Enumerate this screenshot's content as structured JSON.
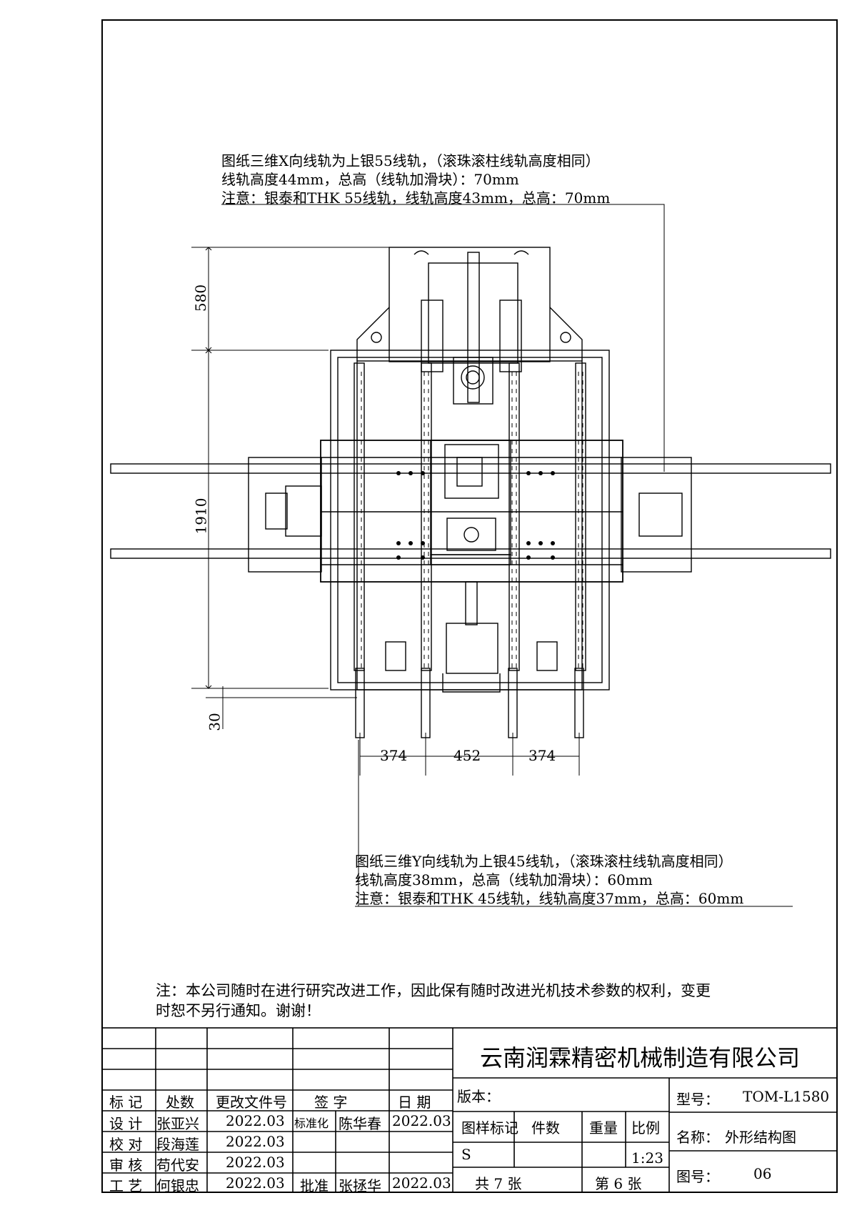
{
  "notes": {
    "x_rail": {
      "line1": "图纸三维X向线轨为上银55线轨，（滚珠滚柱线轨高度相同）",
      "line2": "线轨高度44mm，总高（线轨加滑块）：70mm",
      "line3": "注意：银泰和THK 55线轨，线轨高度43mm，总高：70mm"
    },
    "y_rail": {
      "line1": "图纸三维Y向线轨为上银45线轨，（滚珠滚柱线轨高度相同）",
      "line2": "线轨高度38mm，总高（线轨加滑块）：60mm",
      "line3": "注意：银泰和THK 45线轨，线轨高度37mm，总高：60mm"
    },
    "company": {
      "line1": "注：本公司随时在进行研究改进工作，因此保有随时改进光机技术参数的权利，变更",
      "line2": "时恕不另行通知。谢谢！"
    }
  },
  "dimensions": {
    "d580": "580",
    "d1910": "1910",
    "d30": "30",
    "d374a": "374",
    "d452": "452",
    "d374b": "374"
  },
  "title_block": {
    "company_name": "云南润霖精密机械制造有限公司",
    "headers": {
      "mark": "标 记",
      "count": "处数",
      "doc": "更改文件号",
      "sign": "签 字",
      "date": "日 期"
    },
    "rows": [
      {
        "role": "设 计",
        "name": "张亚兴",
        "date": "2022.03"
      },
      {
        "role": "校 对",
        "name": "段海莲",
        "date": "2022.03"
      },
      {
        "role": "审 核",
        "name": "苟代安",
        "date": "2022.03"
      },
      {
        "role": "工 艺",
        "name": "何银忠",
        "date": "2022.03"
      }
    ],
    "standard": {
      "label": "标准化",
      "name": "陈华春",
      "date": "2022.03"
    },
    "approve": {
      "label": "批准",
      "name": "张拯华",
      "date": "2022.03"
    },
    "version_label": "版本：",
    "model_label": "型号：",
    "model_value": "TOM-L1580",
    "name_label": "名称：",
    "name_value": "外形结构图",
    "drawing_no_label": "图号：",
    "drawing_no_value": "06",
    "mark_label": "图样标记",
    "qty_label": "件数",
    "weight_label": "重量",
    "scale_label": "比例",
    "mark_value": "S",
    "scale_value": "1:23",
    "total_sheets": "共 7 张",
    "sheet_no": "第 6 张"
  }
}
